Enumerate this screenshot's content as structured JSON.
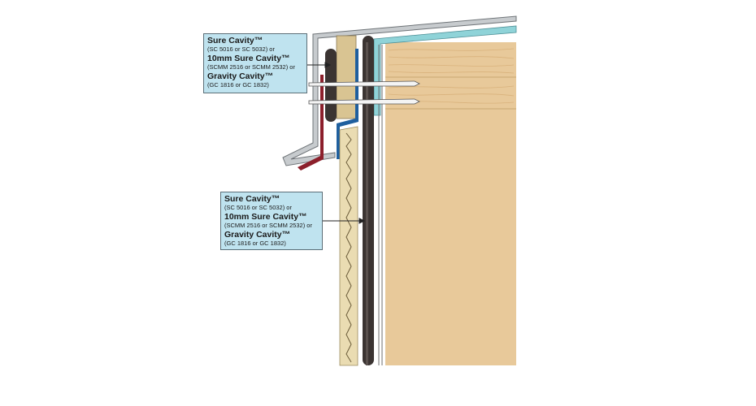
{
  "callouts": [
    {
      "products": [
        {
          "name": "Sure Cavity™",
          "codes": "(SC 5016 or SC 5032) or"
        },
        {
          "name": "10mm Sure Cavity™",
          "codes": "(SCMM 2516 or SCMM 2532) or"
        },
        {
          "name": "Gravity Cavity™",
          "codes": "(GC 1816 or GC 1832)"
        }
      ]
    },
    {
      "products": [
        {
          "name": "Sure Cavity™",
          "codes": "(SC 5016 or SC 5032) or"
        },
        {
          "name": "10mm Sure Cavity™",
          "codes": "(SCMM 2516 or SCMM 2532) or"
        },
        {
          "name": "Gravity Cavity™",
          "codes": "(GC 1816 or GC 1832)"
        }
      ]
    }
  ],
  "colors": {
    "timber": "#e8c99a",
    "timber_grain": "#d9b27c",
    "cladding": "#eadcb2",
    "dark_rail": "#3b3432",
    "blue_flashing": "#1f5f9e",
    "teal_membrane": "#8fd3d8",
    "metal_flashing": "#9ea3a6",
    "red_strip": "#8c1f2b",
    "callout_fill": "#bfe3ef"
  }
}
